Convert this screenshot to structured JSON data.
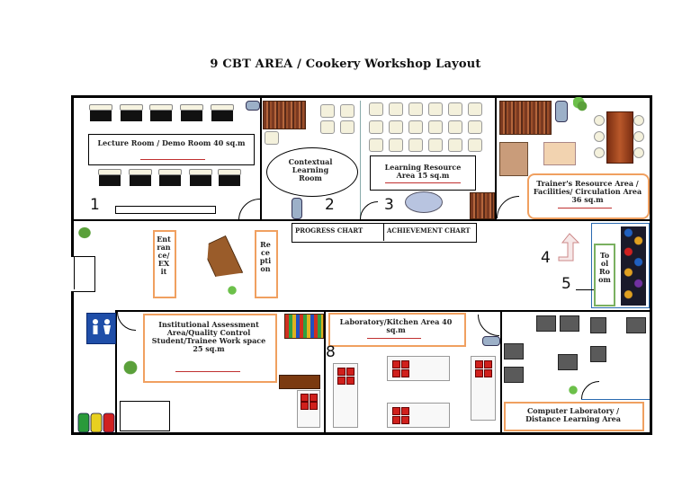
{
  "title": "9 CBT AREA / Cookery Workshop Layout",
  "rooms": {
    "lecture": "Lecture Room / Demo Room 40 sq.m",
    "contextual": "Contextual Learning Room",
    "learning_resource": "Learning Resource Area 15 sq.m",
    "trainers": "Trainer's Resource Area / Facilities/ Circulation Area 36 sq.m",
    "entrance": "Ent ran ce/ EX it",
    "reception": "Re ce pti on",
    "tool_room": "To ol Ro om",
    "assessment": "Institutional Assessment Area/Quality Control Student/Trainee Work space 25 sq.m",
    "kitchen": "Laboratory/Kitchen Area 40 sq.m",
    "computer": "Computer Laboratory / Distance Learning Area"
  },
  "charts": {
    "progress": "PROGRESS CHART",
    "achievement": "ACHIEVEMENT CHART"
  },
  "numbers": {
    "n1": "1",
    "n2": "2",
    "n3": "3",
    "n4": "4",
    "n5": "5",
    "n8": "8"
  },
  "icons": {
    "restroom": "restroom-sign-icon",
    "plant": "plant-icon",
    "bins": "recycle-bins-icon",
    "fire_exit_arrow": "exit-arrow-icon"
  },
  "colors": {
    "wall": "#000000",
    "label_border": "#f0a060",
    "dimension_arrow": "#c03030",
    "wood": "#7b3a21"
  }
}
